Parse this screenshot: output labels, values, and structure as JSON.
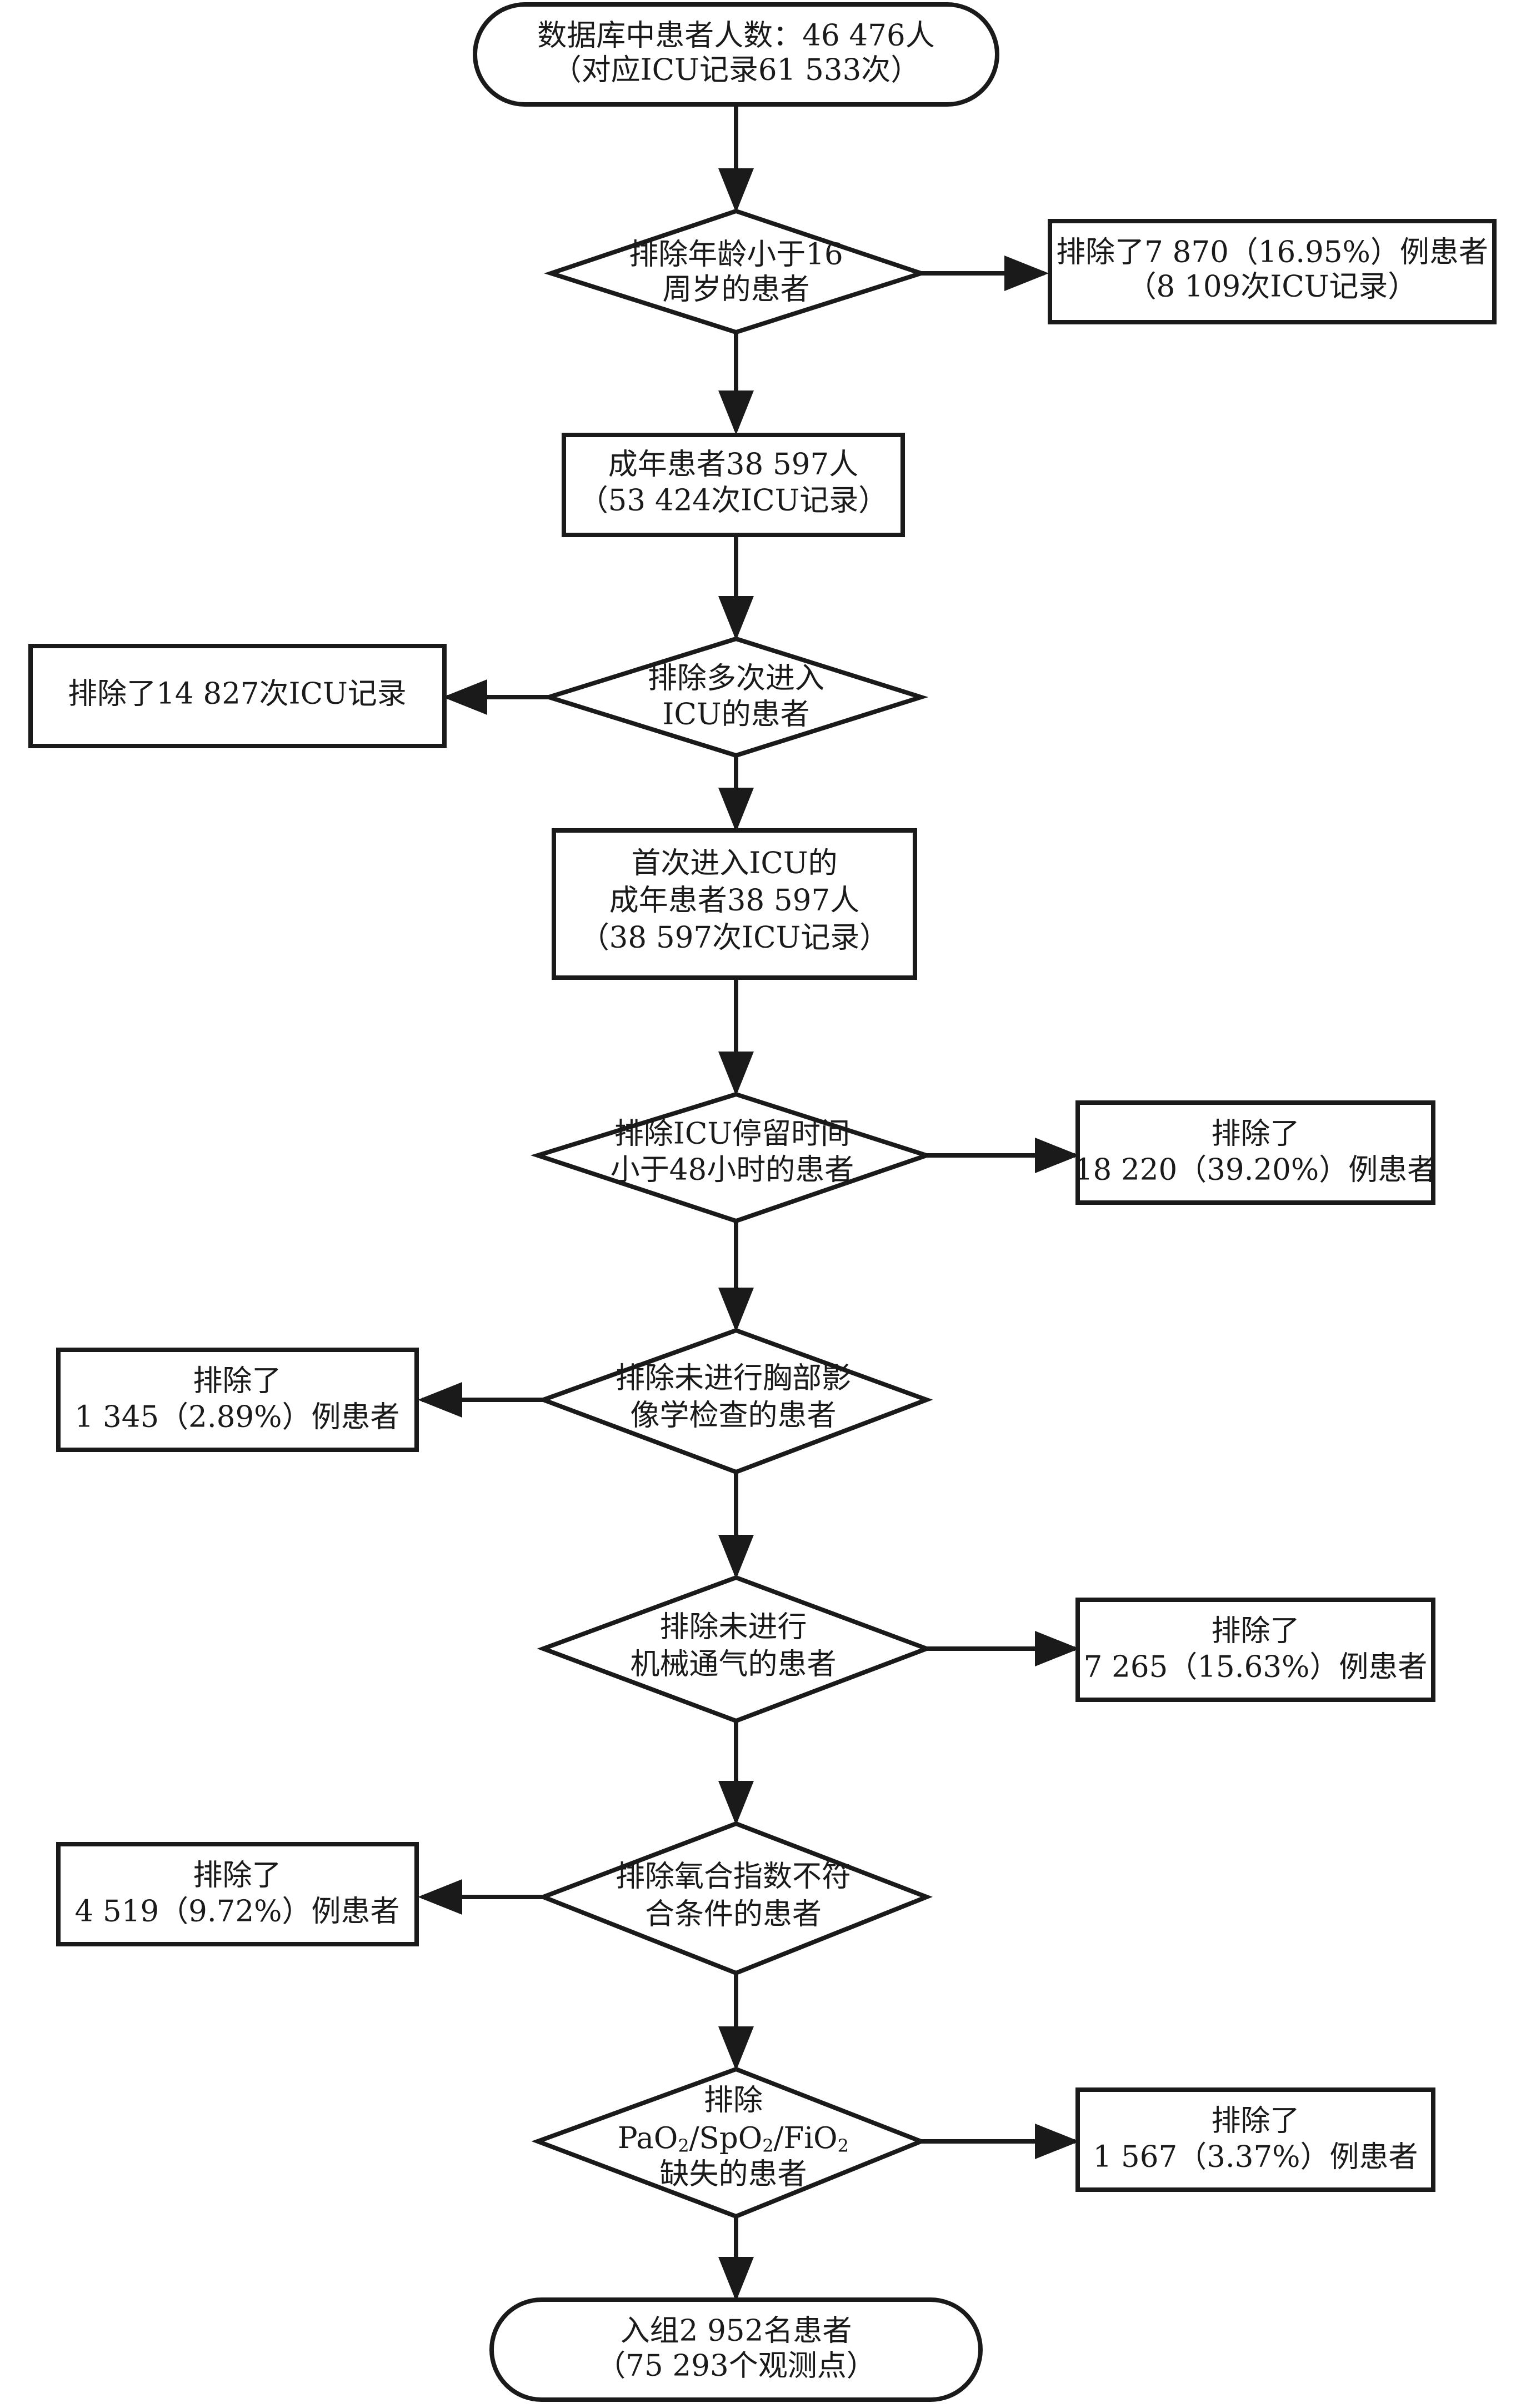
{
  "flowchart": {
    "start": {
      "line1": "数据库中患者人数：46 476人",
      "line2": "（对应ICU记录61 533次）"
    },
    "step1": {
      "criterion_line1": "排除年龄小于16",
      "criterion_line2": "周岁的患者",
      "excluded_line1": "排除了7 870（16.95%）例患者",
      "excluded_line2": "（8 109次ICU记录）"
    },
    "adults": {
      "line1": "成年患者38 597人",
      "line2": "（53 424次ICU记录）"
    },
    "step2": {
      "criterion_line1": "排除多次进入",
      "criterion_line2": "ICU的患者",
      "excluded_line1": "排除了14 827次ICU记录"
    },
    "first_icu": {
      "line1": "首次进入ICU的",
      "line2": "成年患者38 597人",
      "line3": "（38 597次ICU记录）"
    },
    "step3": {
      "criterion_line1": "排除ICU停留时间",
      "criterion_line2": "小于48小时的患者",
      "excluded_line1": "排除了",
      "excluded_line2": "18 220（39.20%）例患者"
    },
    "step4": {
      "criterion_line1": "排除未进行胸部影",
      "criterion_line2": "像学检查的患者",
      "excluded_line1": "排除了",
      "excluded_line2": "1 345（2.89%）例患者"
    },
    "step5": {
      "criterion_line1": "排除未进行",
      "criterion_line2": "机械通气的患者",
      "excluded_line1": "排除了",
      "excluded_line2": "7 265（15.63%）例患者"
    },
    "step6": {
      "criterion_line1": "排除氧合指数不符",
      "criterion_line2": "合条件的患者",
      "excluded_line1": "排除了",
      "excluded_line2": "4 519（9.72%）例患者"
    },
    "step7": {
      "criterion_line1": "排除",
      "criterion_line2_parts": [
        "PaO",
        "2",
        "/SpO",
        "2",
        "/FiO",
        "2"
      ],
      "criterion_line3": "缺失的患者",
      "excluded_line1": "排除了",
      "excluded_line2": "1 567（3.37%）例患者"
    },
    "end": {
      "line1": "入组2 952名患者",
      "line2": "（75 293个观测点）"
    }
  }
}
